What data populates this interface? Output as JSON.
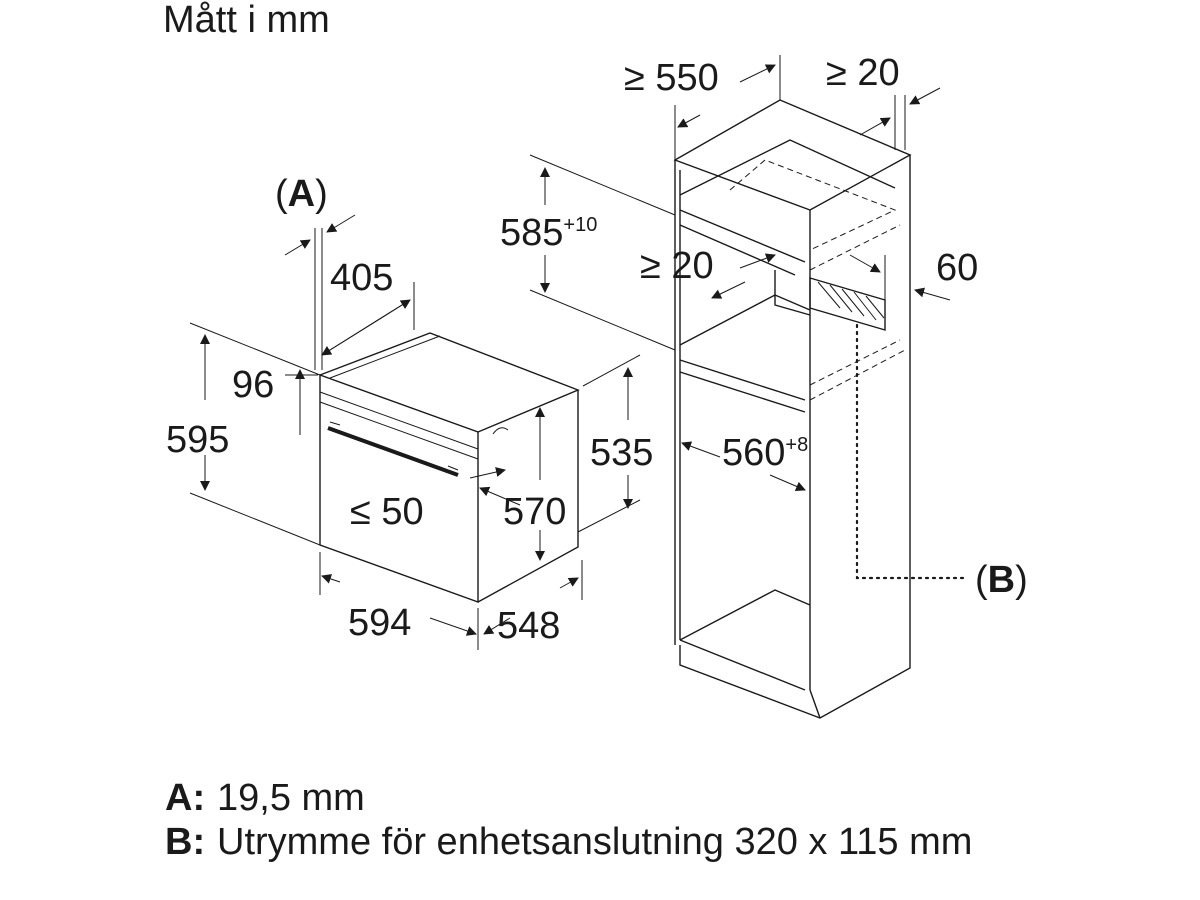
{
  "title": "Mått i mm",
  "labels": {
    "a_marker_open": "(",
    "a_marker_key": "A",
    "a_marker_close": ")",
    "b_marker_open": "(",
    "b_marker_key": "B",
    "b_marker_close": ")",
    "d405": "405",
    "d96": "96",
    "d595": "595",
    "d50": "≤ 50",
    "d570": "570",
    "d535": "535",
    "d594": "594",
    "d548": "548",
    "d585": "585",
    "d585_sup": "+10",
    "d550": "≥ 550",
    "d20_top": "≥ 20",
    "d20_mid": "≥ 20",
    "d60": "60",
    "d560": "560",
    "d560_sup": "+8"
  },
  "legend": [
    {
      "key": "A:",
      "text": "19,5 mm"
    },
    {
      "key": "B:",
      "text": "Utrymme för enhetsanslutning 320 x 115 mm"
    }
  ]
}
